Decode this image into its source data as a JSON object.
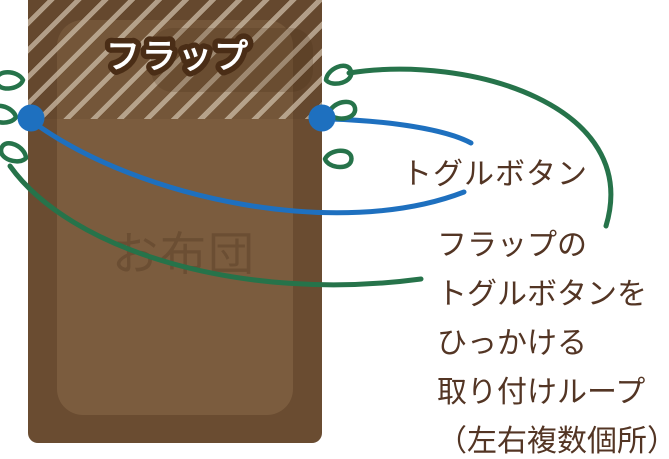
{
  "colors": {
    "background": "#ffffff",
    "cover": "#6a4c31",
    "body": "#7b5c3e",
    "body_text": "#6b4e33",
    "stripe": "rgba(214,199,178,0.68)",
    "flap_tint": "rgba(60,38,18,0.10)",
    "plate": "rgba(74,45,21,0.22)",
    "blue": "#1e70bf",
    "green": "#26734a",
    "label_text": "#533524",
    "flap_label_fill": "#ffffff",
    "flap_label_outline": "#4a2d16"
  },
  "futon": {
    "body_label": "お布団",
    "flap_label": "フラップ"
  },
  "annotations": {
    "toggle_button_label": "トグルボタン",
    "loop_note_lines": [
      "フラップの",
      "トグルボタンを",
      "ひっかける",
      "取り付けループ",
      "（左右複数個所）"
    ]
  }
}
